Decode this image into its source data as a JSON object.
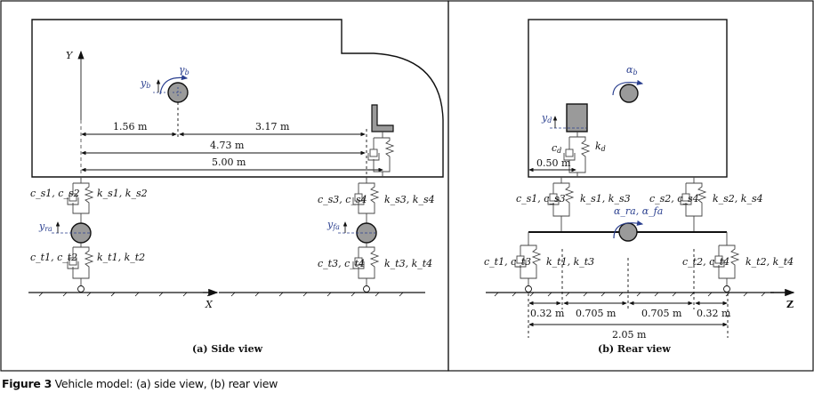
{
  "figure": {
    "caption_label": "Figure 3",
    "caption_text": "Vehicle model: (a) side view, (b) rear view"
  },
  "side_view": {
    "subtitle": "(a) Side view",
    "axis_y": "Y",
    "axis_x": "X",
    "body_disp": "y",
    "body_disp_sub": "b",
    "body_rot": "γ",
    "body_rot_sub": "b",
    "rear_axle_disp": "y",
    "rear_axle_disp_sub": "ra",
    "front_axle_disp": "y",
    "front_axle_disp_sub": "fa",
    "dims": [
      "1.56 m",
      "3.17 m",
      "4.73 m",
      "5.00 m"
    ],
    "rear_susp_c": "c_s1, c_s2",
    "rear_susp_k": "k_s1, k_s2",
    "rear_tire_c": "c_t1, c_t2",
    "rear_tire_k": "k_t1, k_t2",
    "front_susp_c": "c_s3, c_s4",
    "front_susp_k": "k_s3, k_s4",
    "front_tire_c": "c_t3, c_t4",
    "front_tire_k": "k_t3, k_t4"
  },
  "rear_view": {
    "subtitle": "(b) Rear view",
    "axis_z": "Z",
    "body_rot": "α",
    "body_rot_sub": "b",
    "driver_disp": "y",
    "driver_disp_sub": "d",
    "seat_c": "c",
    "seat_c_sub": "d",
    "seat_k": "k",
    "seat_k_sub": "d",
    "seat_offset": "0.50 m",
    "axle_rot": "α_ra, α_fa",
    "left_susp_c": "c_s1, c_s3",
    "left_susp_k": "k_s1, k_s3",
    "right_susp_c": "c_s2, c_s4",
    "right_susp_k": "k_s2, k_s4",
    "left_tire_c": "c_t1, c_t3",
    "left_tire_k": "k_t1, k_t3",
    "right_tire_c": "c_t2, c_t4",
    "right_tire_k": "k_t2, k_t4",
    "dims": [
      "0.32 m",
      "0.705 m",
      "0.705 m",
      "0.32 m",
      "2.05 m"
    ]
  },
  "colors": {
    "line": "#111111",
    "mass_fill": "#9a9a9a",
    "annotation_blue": "#2a3f8f",
    "element_gray": "#555555"
  }
}
